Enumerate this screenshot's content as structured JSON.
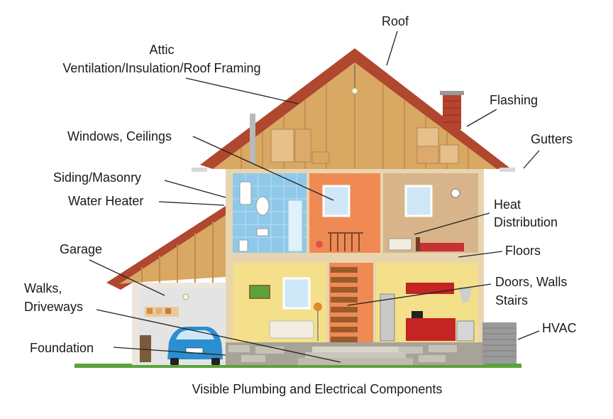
{
  "labels": {
    "roof": "Roof",
    "attic_line1": "Attic",
    "attic_line2": "Ventilation/Insulation/Roof Framing",
    "flashing": "Flashing",
    "gutters": "Gutters",
    "windows_ceilings": "Windows, Ceilings",
    "siding_masonry": "Siding/Masonry",
    "water_heater": "Water Heater",
    "heat_line1": "Heat",
    "heat_line2": "Distribution",
    "garage": "Garage",
    "floors": "Floors",
    "walks_line1": "Walks,",
    "walks_line2": "Driveways",
    "doors_line1": "Doors, Walls",
    "doors_line2": "Stairs",
    "hvac": "HVAC",
    "foundation": "Foundation",
    "bottom_caption": "Visible Plumbing and Electrical Components"
  },
  "colors": {
    "roof_shingle": "#b0472f",
    "attic_wood": "#d9a862",
    "wall_frame": "#e8d5b0",
    "bathroom_tile": "#8fc9ea",
    "stair_room": "#f08a55",
    "bedroom": "#d8b48a",
    "living_room": "#f4e08a",
    "kitchen": "#f4e08a",
    "garage_interior": "#e6e6e6",
    "car": "#2a8fd0",
    "stone": "#a8a397",
    "grass": "#5aa33a",
    "hvac_unit": "#9a9a9a"
  },
  "icons": [
    "light-bulb-icon",
    "car-icon",
    "hvac-unit-icon",
    "chimney-icon",
    "bathtub-icon",
    "stove-icon",
    "refrigerator-icon"
  ]
}
